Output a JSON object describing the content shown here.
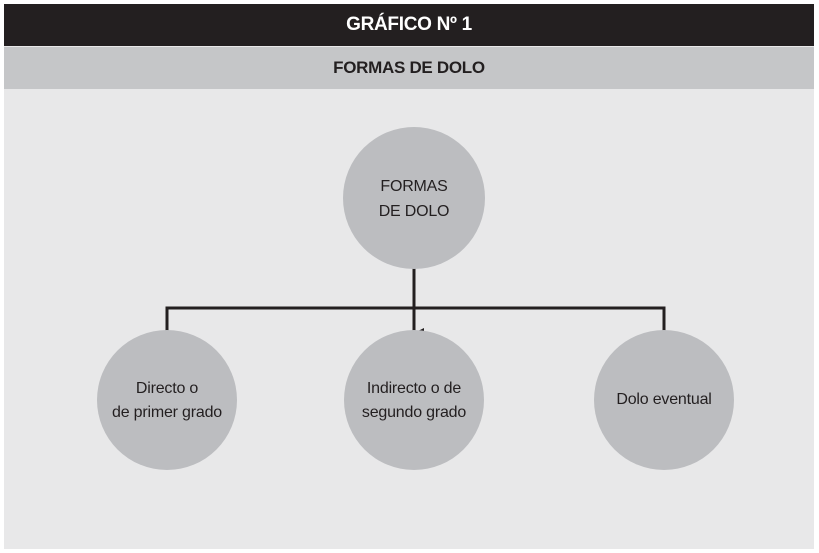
{
  "header": {
    "title": "GRÁFICO Nº 1",
    "subtitle": "FORMAS DE DOLO"
  },
  "diagram": {
    "root": {
      "lines": [
        "FORMAS",
        "DE DOLO"
      ]
    },
    "children": [
      {
        "lines": [
          "Directo o",
          "de primer grado"
        ]
      },
      {
        "lines": [
          "Indirecto o de",
          "segundo grado"
        ]
      },
      {
        "lines": [
          "Dolo eventual"
        ]
      }
    ]
  },
  "colors": {
    "header_bg": "#231f20",
    "subheader_bg": "#c5c6c8",
    "panel_bg": "#e8e8e9",
    "node_fill": "#bcbdc0",
    "connector": "#231f20"
  }
}
